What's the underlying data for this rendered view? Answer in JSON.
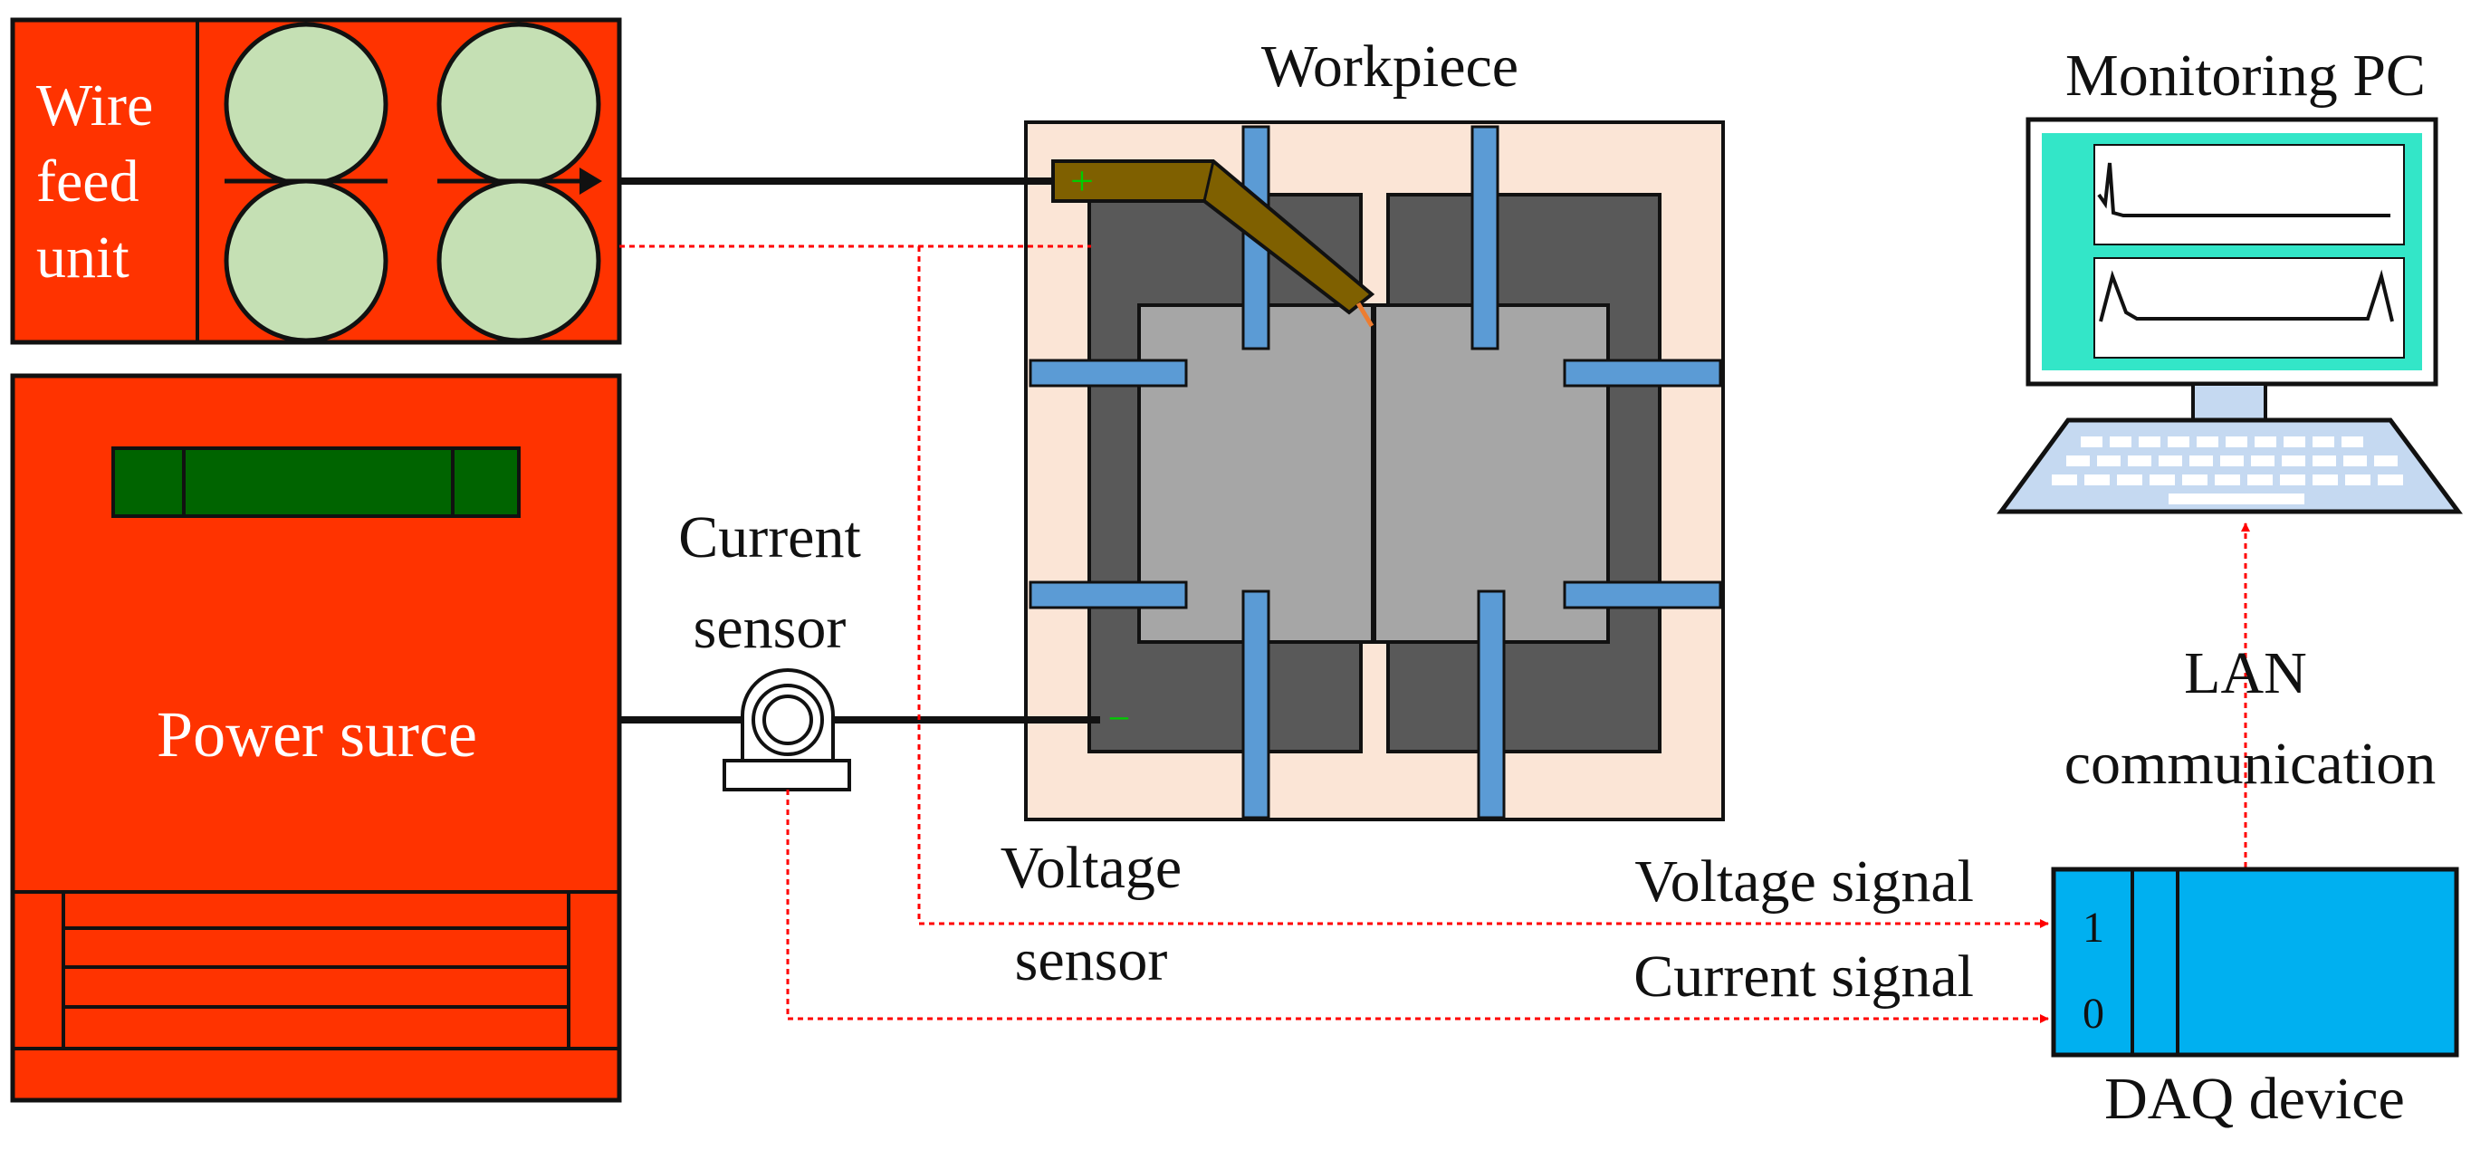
{
  "labels": {
    "wire_feed_line1": "Wire",
    "wire_feed_line2": "feed",
    "wire_feed_line3": "unit",
    "power_source": "Power surce",
    "current_sensor_line1": "Current",
    "current_sensor_line2": "sensor",
    "workpiece": "Workpiece",
    "voltage_sensor_line1": "Voltage",
    "voltage_sensor_line2": "sensor",
    "voltage_signal": "Voltage signal",
    "current_signal": "Current signal",
    "monitoring_pc": "Monitoring PC",
    "lan_line1": "LAN",
    "lan_line2": "communication",
    "daq_device": "DAQ device",
    "daq_channel_1": "1",
    "daq_channel_0": "0",
    "plus_terminal": "+",
    "minus_terminal": "−"
  },
  "colors": {
    "unit_red": "#FF3300",
    "roller_green": "#C5E0B4",
    "display_green": "#006400",
    "plate_bg": "#FBE5D6",
    "fixture_dark": "#595959",
    "workpiece_gray": "#A6A6A6",
    "clamp_blue": "#5B9BD5",
    "torch_brown": "#7F6000",
    "daq_blue": "#00B0F0",
    "screen_cyan": "#33E6C8",
    "signal_red": "#FF0000",
    "keyboard_blue": "#C5D9F1"
  },
  "icons": {
    "current_sensor": "current-sensor-icon",
    "torch": "welding-torch-icon",
    "pc": "computer-icon"
  }
}
